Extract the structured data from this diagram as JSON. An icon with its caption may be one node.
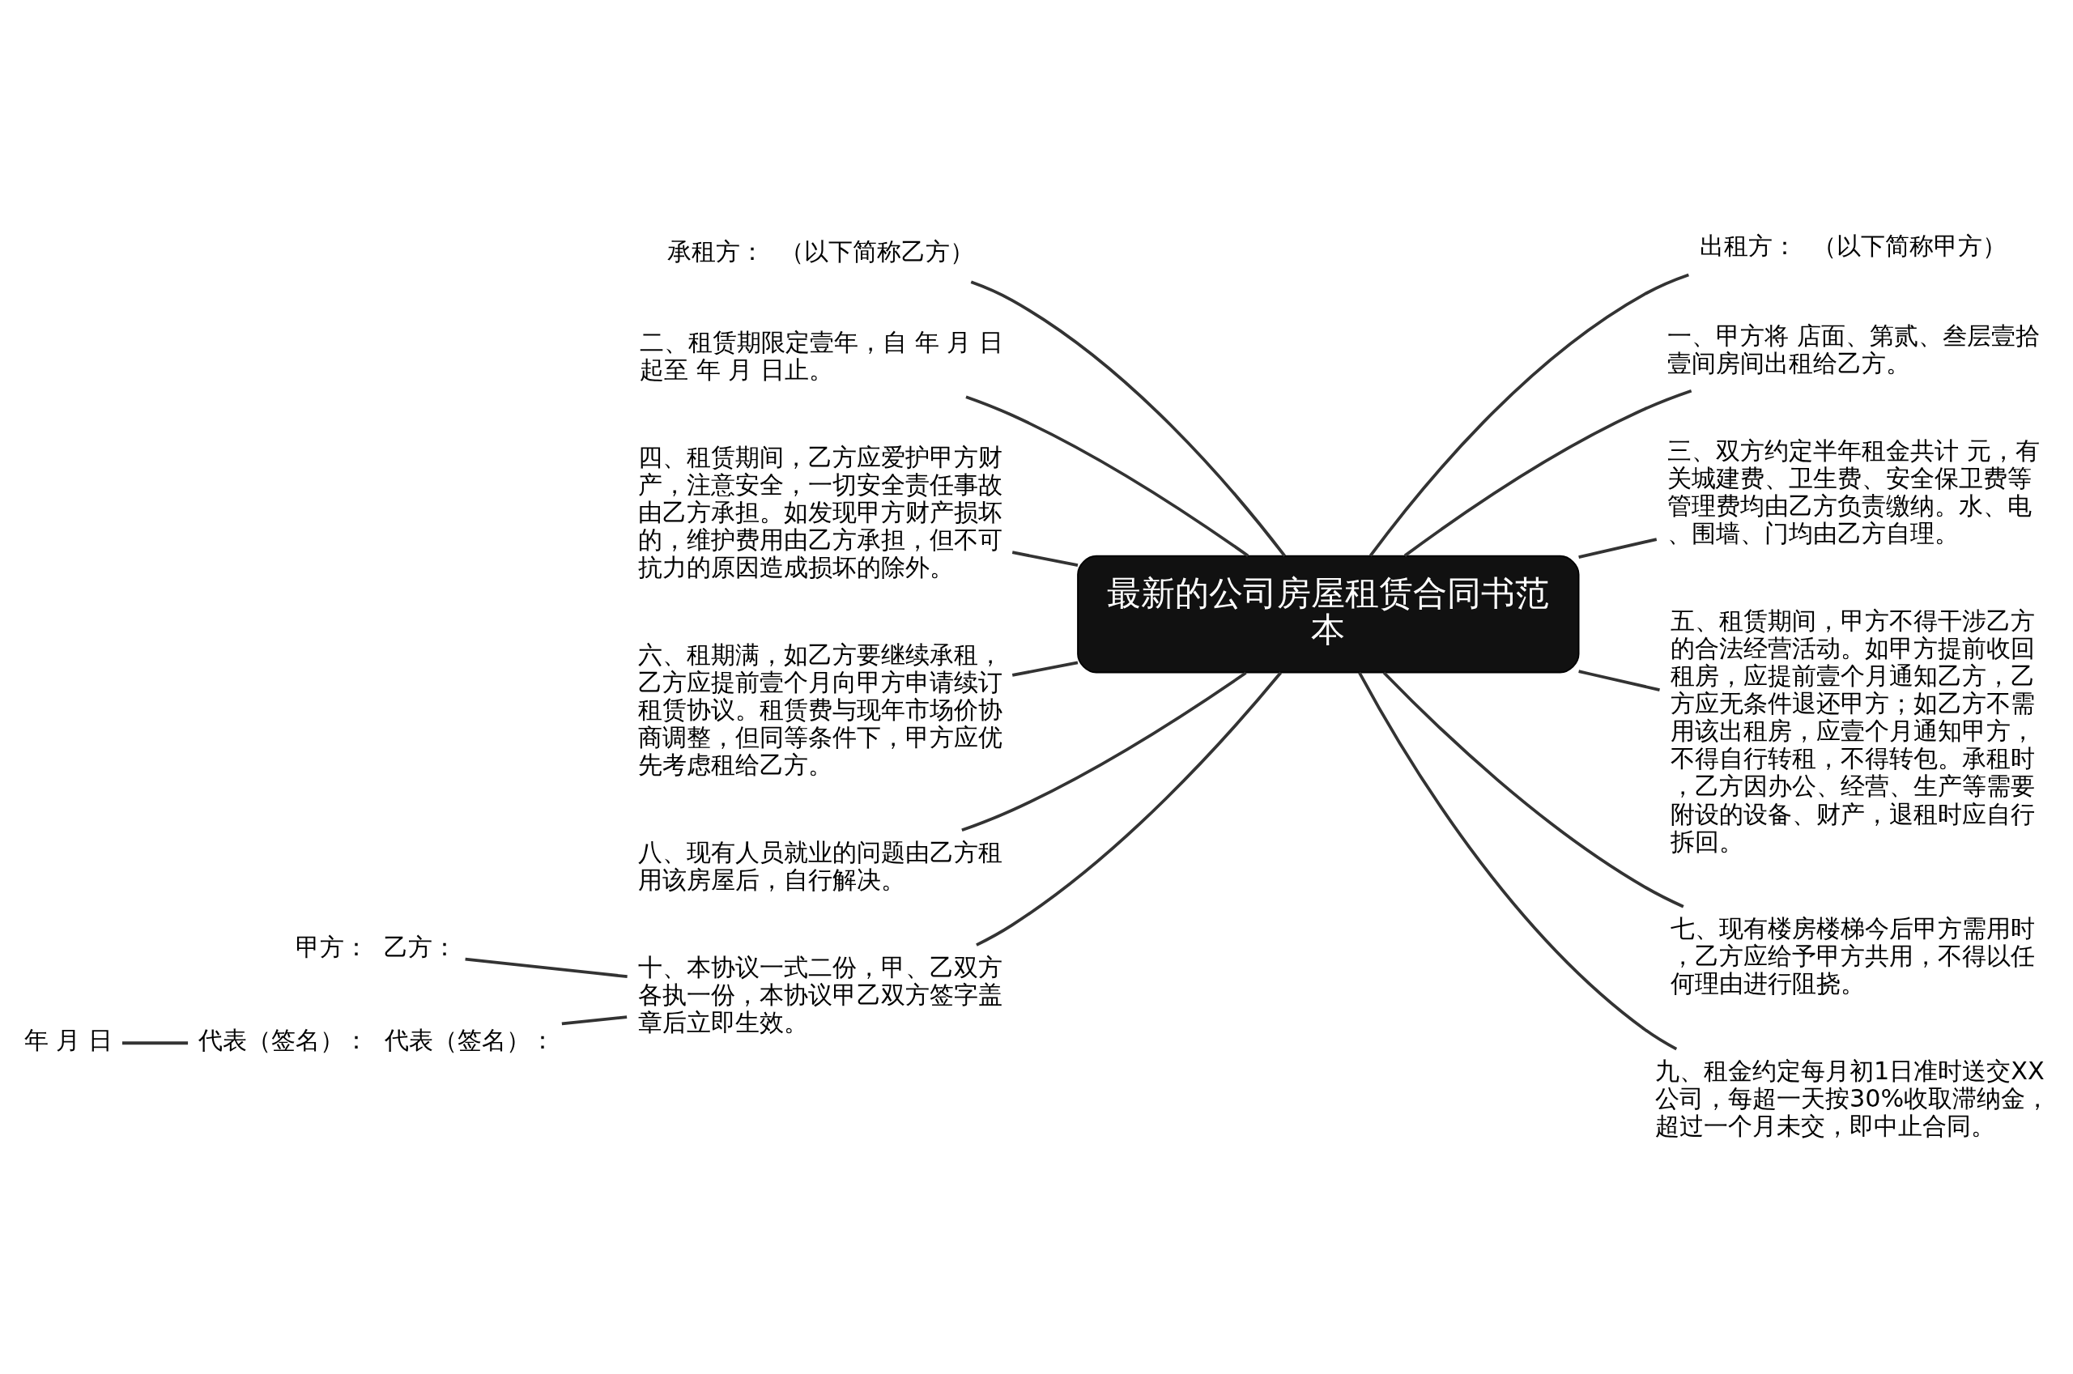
{
  "diagram": {
    "nodes": [
      {
        "text": [
          "最新的公司房屋租赁合同书范本"
        ]
      },
      {
        "text": [
          "承租方：  （以下简称乙方）"
        ]
      },
      {
        "text": [
          "二、租赁期限定壹年，自 年 月 日起至 年 月 日止。"
        ]
      },
      {
        "text": [
          "四、租赁期间，乙方应爱护甲方财产，注意安全，一切安全责任事故由乙方承担。如发现甲方财产损坏的，维护费用由乙方承担，但不可抗力的原因造成损坏的除外。"
        ]
      },
      {
        "text": [
          "六、租期满，如乙方要继续承租，乙方应提前壹个月向甲方申请续订租赁协议。租赁费与现年市场价协商调整，但同等条件下，甲方应优先考虑租给乙方。"
        ]
      },
      {
        "text": [
          "八、现有人员就业的问题由乙方租用该房屋后，自行解决。"
        ]
      },
      {
        "text": [
          "十、本协议一式二份，甲、乙双方各执一份，本协议甲乙双方签字盖章后立即生效。"
        ]
      },
      {
        "text": [
          "出租方：  （以下简称甲方）"
        ]
      },
      {
        "text": [
          "一、甲方将 店面、第贰、叁层壹拾壹间房间出租给乙方。"
        ]
      },
      {
        "text": [
          "三、双方约定半年租金共计 元，有关城建费、卫生费、安全保卫费等管理费均由乙方负责缴纳。水、电、围墙、门均由乙方自理。"
        ]
      },
      {
        "text": [
          "五、租赁期间，甲方不得干涉乙方的合法经营活动。如甲方提前收回租房，应提前壹个月通知乙方，乙方应无条件退还甲方；如乙方不需用该出租房，应壹个月通知甲方，不得自行转租，不得转包。承租时，乙方因办公、经营、生产等需要附设的设备、财产，退租时应自行拆回。"
        ]
      },
      {
        "text": [
          "七、现有楼房楼梯今后甲方需用时，乙方应给予甲方共用，不得以任何理由进行阻挠。"
        ]
      },
      {
        "text": [
          "九、租金约定每月初1日准时送交XX公司，每超一天按30%收取滞纳金，超过一个月未交，即中止合同。"
        ]
      },
      {
        "text": [
          "甲方：  乙方："
        ]
      },
      {
        "text": [
          "代表（签名）：  代表（签名）："
        ]
      },
      {
        "text": [
          "年 月 日"
        ]
      }
    ],
    "edges": [
      {
        "from": 0,
        "to": 1,
        "arrow": "none"
      },
      {
        "from": 0,
        "to": 2,
        "arrow": "none"
      },
      {
        "from": 0,
        "to": 3,
        "arrow": "none"
      },
      {
        "from": 0,
        "to": 4,
        "arrow": "none"
      },
      {
        "from": 0,
        "to": 5,
        "arrow": "none"
      },
      {
        "from": 0,
        "to": 6,
        "arrow": "none"
      },
      {
        "from": 0,
        "to": 7,
        "arrow": "none"
      },
      {
        "from": 0,
        "to": 8,
        "arrow": "none"
      },
      {
        "from": 0,
        "to": 9,
        "arrow": "none"
      },
      {
        "from": 0,
        "to": 10,
        "arrow": "none"
      },
      {
        "from": 0,
        "to": 11,
        "arrow": "none"
      },
      {
        "from": 0,
        "to": 12,
        "arrow": "none"
      },
      {
        "from": 6,
        "to": 13,
        "arrow": "none"
      },
      {
        "from": 6,
        "to": 14,
        "arrow": "none"
      },
      {
        "from": 14,
        "to": 15,
        "arrow": "none"
      }
    ]
  }
}
